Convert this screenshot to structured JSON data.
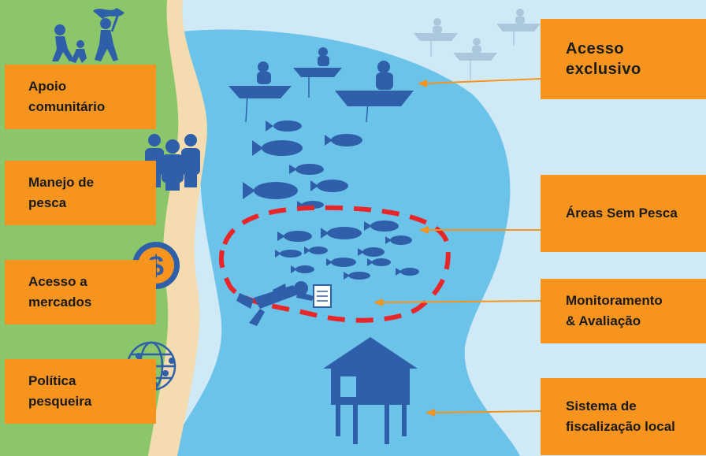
{
  "left_boxes": [
    {
      "label": "Apoio\ncomunitário",
      "icon": "community-support-icon"
    },
    {
      "label": "Manejo de\npesca",
      "icon": "people-group-icon"
    },
    {
      "label": "Acesso a\nmercados",
      "icon": "dollar-coin-icon"
    },
    {
      "label": "Política\npesqueira",
      "icon": "globe-network-icon"
    }
  ],
  "right_boxes": [
    {
      "label": "Acesso\nexclusivo",
      "target": "fishing-boats"
    },
    {
      "label": "Áreas Sem Pesca",
      "target": "no-take-zone"
    },
    {
      "label": "Monitoramento\n& Avaliação",
      "target": "diver"
    },
    {
      "label": "Sistema de\nfiscalização local",
      "target": "stilt-house"
    }
  ],
  "colors": {
    "orange": "#f7941d",
    "water": "#6cc3ea",
    "sky": "#cfe9f7",
    "shore_green": "#8cc66a",
    "sand": "#f4dcb0",
    "icon_blue": "#2f5fa8",
    "red_dash": "#e8262a"
  }
}
